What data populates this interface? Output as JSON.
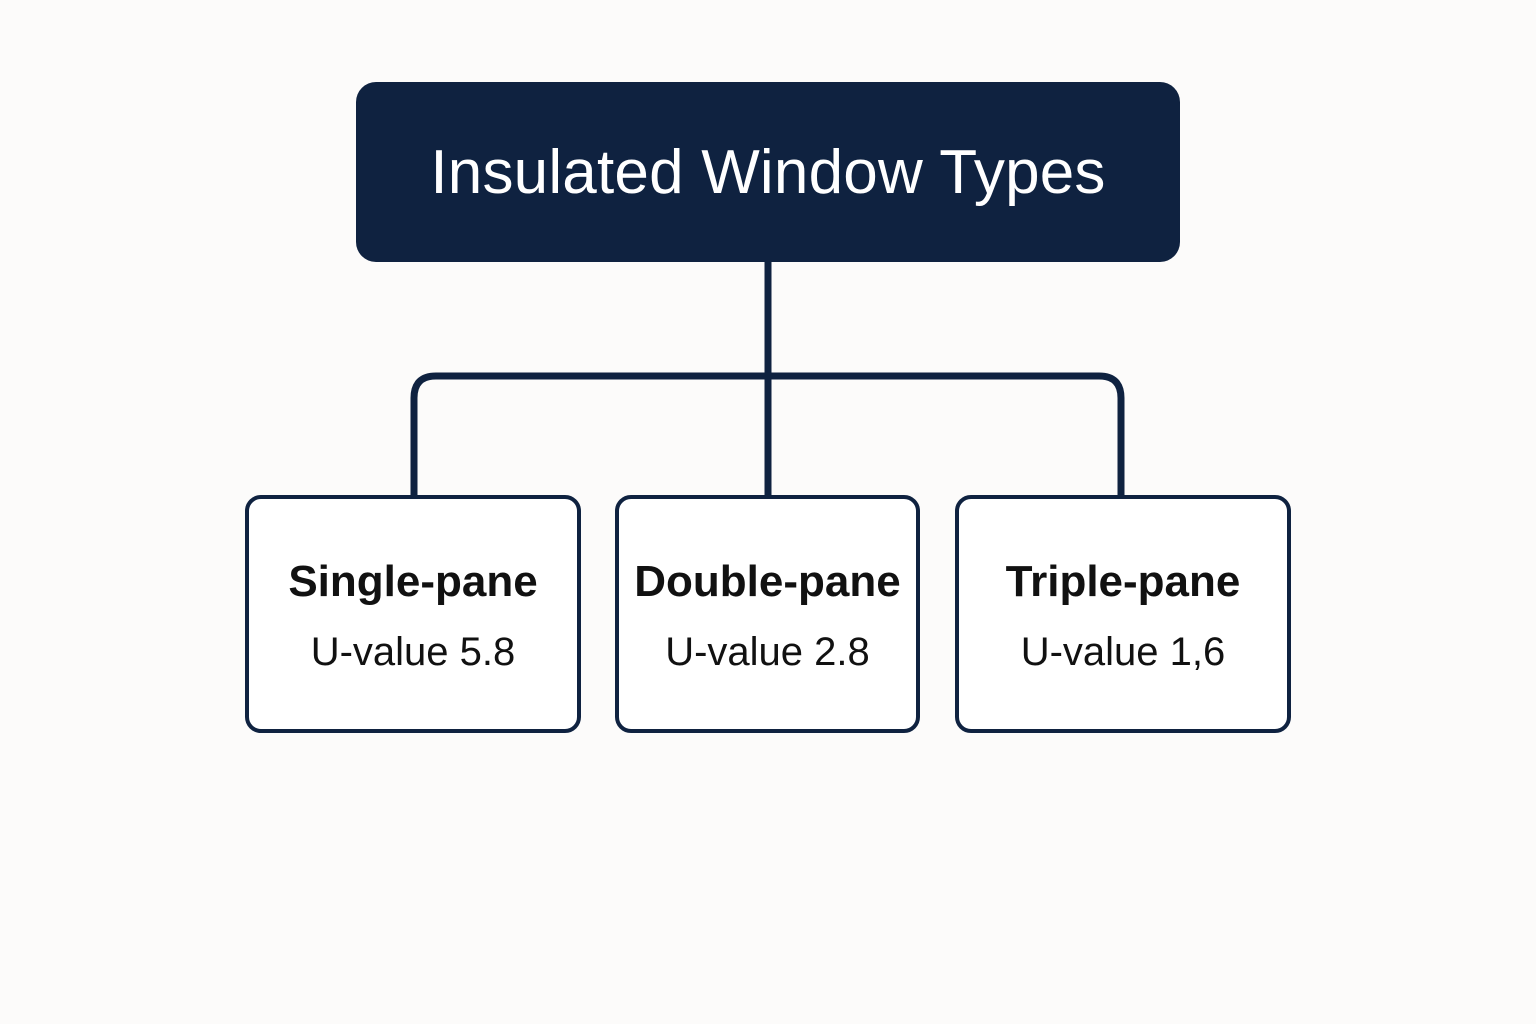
{
  "colors": {
    "navy": "#0f2240",
    "ink": "#111111",
    "background": "#fcfbfa"
  },
  "root": {
    "title": "Insulated Window Types"
  },
  "children": [
    {
      "title": "Single-pane",
      "value": "U-value 5.8"
    },
    {
      "title": "Double-pane",
      "value": "U-value 2.8"
    },
    {
      "title": "Triple-pane",
      "value": "U-value 1,6"
    }
  ]
}
